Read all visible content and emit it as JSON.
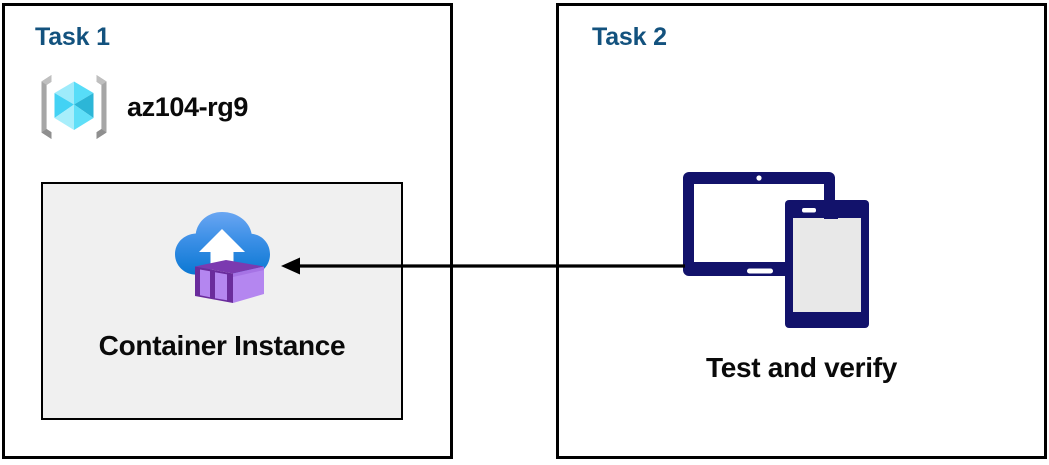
{
  "diagram": {
    "type": "flow",
    "background_color": "#ffffff",
    "panels": [
      {
        "id": "task1",
        "heading": "Task 1",
        "heading_color": "#13527E",
        "resource_group": {
          "icon": "resource-group-icon",
          "label": "az104-rg9"
        },
        "card": {
          "fill_color": "#F0F0F0",
          "border_color": "#000000",
          "icon": "container-instance-icon",
          "label": "Container Instance"
        }
      },
      {
        "id": "task2",
        "heading": "Task 2",
        "heading_color": "#13527E",
        "device": {
          "icon": "devices-tablet-phone-icon",
          "icon_color": "#12126B",
          "label": "Test and verify"
        }
      }
    ],
    "connector": {
      "name": "flow-arrow",
      "direction": "right-to-left",
      "color": "#000000",
      "from": "Test and verify",
      "to": "Container Instance"
    },
    "colors": {
      "heading_blue": "#13527E",
      "navy": "#12126B",
      "card_gray": "#F0F0F0",
      "cube_cyan_light": "#9BE9FB",
      "cube_cyan_mid": "#3FD6F7",
      "cube_cyan_dark": "#2BB7D6",
      "bracket_gray": "#A6A6A6",
      "cloud_blue_top": "#5C9CF0",
      "cloud_blue_bottom": "#0C79D4",
      "container_purple_light": "#B28AF0",
      "container_purple_dark": "#6B2FA0"
    }
  }
}
